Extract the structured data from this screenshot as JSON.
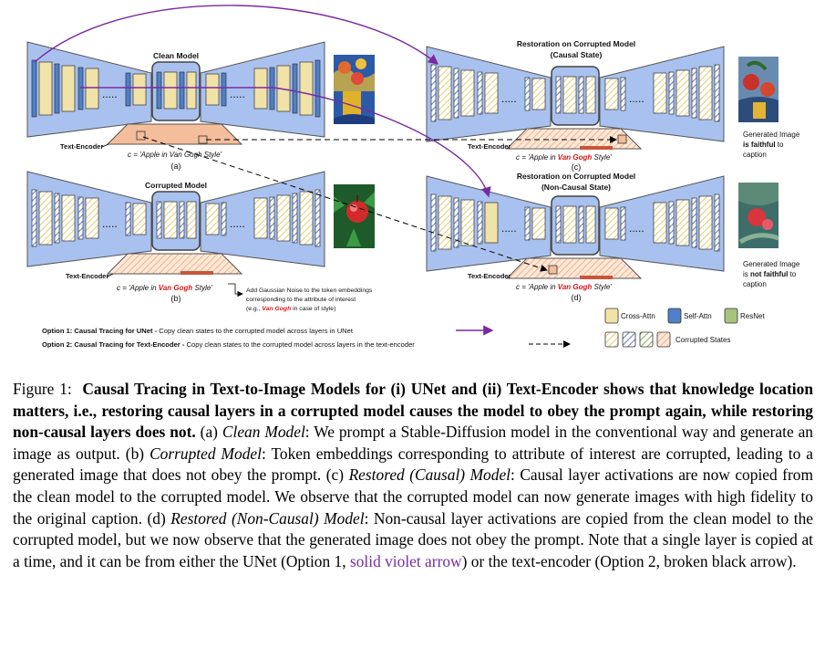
{
  "figure": {
    "panels": {
      "a": {
        "title": "Clean Model",
        "text_encoder": "Text-Encoder",
        "caption_prefix": "c = 'Apple in ",
        "caption_attr": "Van Gogh",
        "caption_suffix": " Style'",
        "label": "(a)"
      },
      "b": {
        "title": "Corrupted Model",
        "text_encoder": "Text-Encoder",
        "caption_prefix": "c = 'Apple in ",
        "caption_attr": "Van Gogh",
        "caption_suffix": " Style'",
        "label": "(b)"
      },
      "c": {
        "title_line1": "Restoration on Corrupted Model",
        "title_line2": "(Causal State)",
        "text_encoder": "Text-Encoder",
        "caption_prefix": "c = 'Apple in ",
        "caption_attr": "Van Gogh",
        "caption_suffix": " Style'",
        "label": "(c)"
      },
      "d": {
        "title_line1": "Restoration on Corrupted Model",
        "title_line2": "(Non-Causal State)",
        "text_encoder": "Text-Encoder",
        "caption_prefix": "c = 'Apple in ",
        "caption_attr": "Van Gogh",
        "caption_suffix": " Style'",
        "label": "(d)"
      }
    },
    "generated_faithful": {
      "line1": "Generated Image",
      "line2_bold": "is faithful",
      "line2_rest": " to",
      "line3": "caption"
    },
    "generated_not_faithful": {
      "line1": "Generated Image",
      "line2_pre": "is ",
      "line2_bold": "not faithful",
      "line2_rest": " to",
      "line3": "caption"
    },
    "noise_note": {
      "line1": "Add Gaussian Noise to the token embeddings",
      "line2": "corresponding to the attribute of interest",
      "line3_pre": "(e.g., ",
      "line3_attr": "Van Gogh",
      "line3_post": " in case of style)"
    },
    "options": {
      "option1_bold": "Option 1: Causal Tracing for UNet -",
      "option1_text": " Copy clean states to the corrupted model across layers in UNet",
      "option2_bold": "Option 2: Causal Tracing for Text-Encoder -",
      "option2_text": " Copy clean states to the corrupted model across layers in the text-encoder"
    },
    "legend": {
      "cross_attn": "Cross-Attn",
      "self_attn": "Self-Attn",
      "resnet": "ResNet",
      "corrupted": "Corrupted States"
    },
    "colors": {
      "unet_fill": "#a9c1ee",
      "cross_attn": "#f1e2a8",
      "self_attn": "#4f80c8",
      "resnet": "#a8c27e",
      "encoder": "#f4bd9c",
      "violet_arrow": "#7a2aa0",
      "attr_red": "#e01515"
    }
  },
  "caption": {
    "fig_label": "Figure 1:",
    "bold": "Causal Tracing in Text-to-Image Models for (i) UNet and (ii) Text-Encoder shows that knowledge location matters, i.e., restoring causal layers in a corrupted model causes the model to obey the prompt again, while restoring non-causal layers does not.",
    "a_label": "(a)",
    "a_title": "Clean Model",
    "a_text": ": We prompt a Stable-Diffusion model in the conventional way and generate an image as output.",
    "b_label": "(b)",
    "b_title": "Corrupted Model",
    "b_text": ": Token embeddings corresponding to attribute of interest are corrupted, leading to a generated image that does not obey the prompt.",
    "c_label": "(c)",
    "c_title": "Restored (Causal) Model",
    "c_text": ": Causal layer activations are now copied from the clean model to the corrupted model. We observe that the corrupted model can now generate images with high fidelity to the original caption.",
    "d_label": "(d)",
    "d_title": "Restored (Non-Causal) Model",
    "d_text": ": Non-causal layer activations are copied from the clean model to the corrupted model, but we now observe that the generated image does not obey the prompt. Note that a single layer is copied at a time, and it can be from either the UNet (Option 1,",
    "violet_text": "solid violet arrow",
    "end_text": ") or the text-encoder (Option 2, broken black arrow)."
  }
}
